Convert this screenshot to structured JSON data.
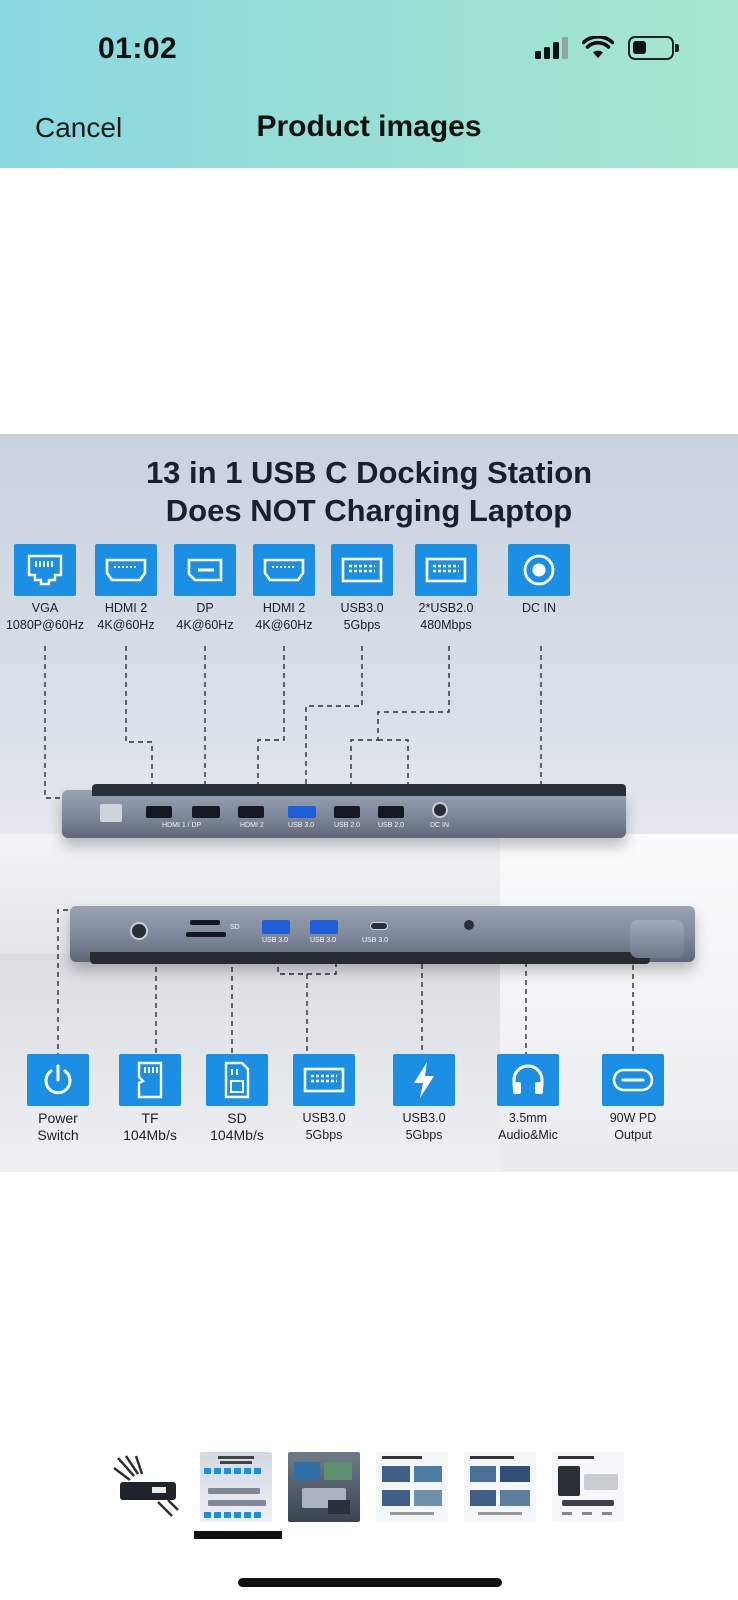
{
  "status": {
    "time": "01:02"
  },
  "nav": {
    "cancel": "Cancel",
    "title": "Product images"
  },
  "product": {
    "title_line1": "13 in 1 USB C Docking Station",
    "title_line2": "Does NOT Charging Laptop",
    "top_ports": [
      {
        "l1": "VGA",
        "l2": "1080P@60Hz",
        "icon": "ethernet-icon"
      },
      {
        "l1": "HDMI 2",
        "l2": "4K@60Hz",
        "icon": "hdmi-icon"
      },
      {
        "l1": "DP",
        "l2": "4K@60Hz",
        "icon": "displayport-icon"
      },
      {
        "l1": "HDMI 2",
        "l2": "4K@60Hz",
        "icon": "hdmi-icon"
      },
      {
        "l1": "USB3.0",
        "l2": "5Gbps",
        "icon": "usb-a-icon"
      },
      {
        "l1": "2*USB2.0",
        "l2": "480Mbps",
        "icon": "usb-a-icon"
      },
      {
        "l1": "DC IN",
        "l2": "",
        "icon": "dc-in-icon"
      }
    ],
    "bottom_ports": [
      {
        "l1": "Power",
        "l2": "Switch",
        "icon": "power-icon"
      },
      {
        "l1": "TF",
        "l2": "104Mb/s",
        "icon": "tf-card-icon"
      },
      {
        "l1": "SD",
        "l2": "104Mb/s",
        "icon": "sd-card-icon"
      },
      {
        "l1": "USB3.0",
        "l2": "5Gbps",
        "icon": "usb-a-icon"
      },
      {
        "l1": "USB3.0",
        "l2": "5Gbps",
        "icon": "lightning-icon"
      },
      {
        "l1": "3.5mm",
        "l2": "Audio&Mic",
        "icon": "headphones-icon"
      },
      {
        "l1": "90W PD",
        "l2": "Output",
        "icon": "usb-c-icon"
      }
    ],
    "dock_top_labels": {
      "hdmi1dp": "HDMI 1 / DP",
      "hdmi2": "HDMI 2",
      "usb30": "USB 3.0",
      "usb20a": "USB 2.0",
      "usb20b": "USB 2.0",
      "dcin": "DC IN"
    },
    "dock_bot_labels": {
      "sd": "SD",
      "usb30a": "USB 3.0",
      "usb30b": "USB 3.0",
      "usbc": "USB 3.0"
    }
  },
  "thumbnails": {
    "count": 6,
    "selected_index": 1
  },
  "colors": {
    "accent_blue": "#1a8fe3",
    "header_start": "#8ad8e0",
    "header_end": "#a6e6cf"
  }
}
